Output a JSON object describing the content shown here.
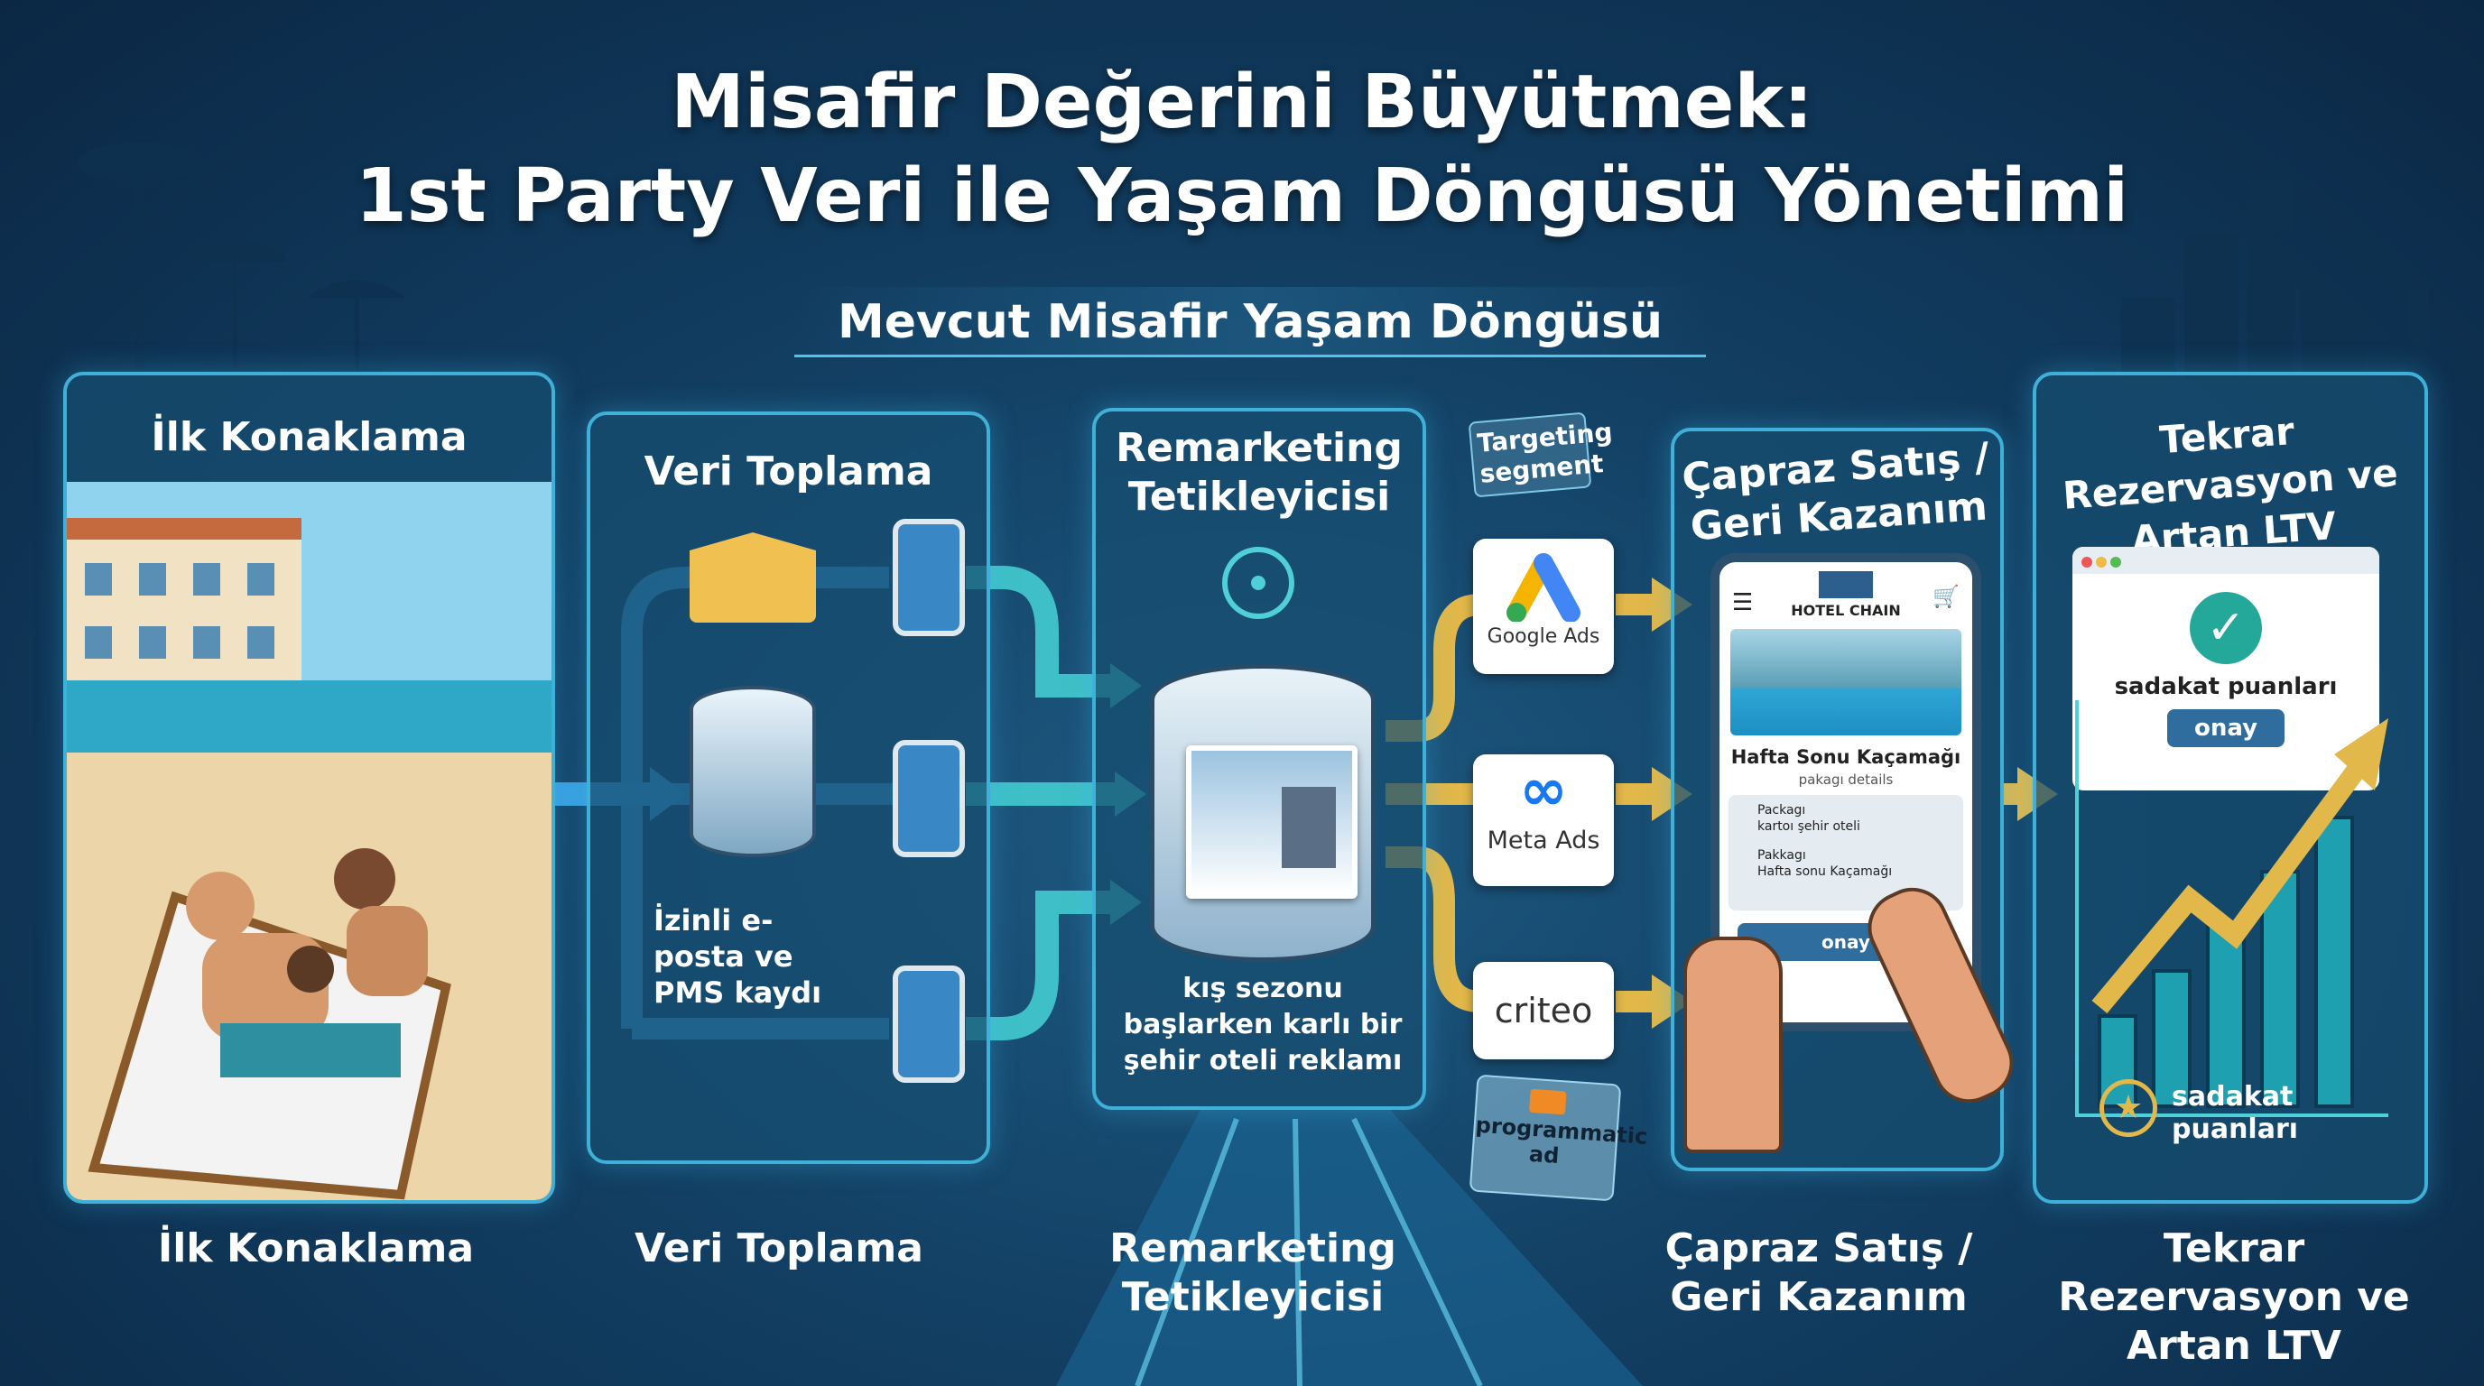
{
  "title": {
    "line1": "Misafir Değerini Büyütmek:",
    "line2": "1st Party Veri ile Yaşam Döngüsü Yönetimi"
  },
  "subtitle": "Mevcut Misafir Yaşam Döngüsü",
  "stages": [
    {
      "title": "İlk Konaklama",
      "label": "İlk Konaklama"
    },
    {
      "title": "Veri Toplama",
      "label": "Veri Toplama",
      "caption": "İzinli e-posta ve PMS kaydı"
    },
    {
      "title": "Remarketing Tetikleyicisi",
      "label": "Remarketing Tetikleyicisi",
      "caption": "kış sezonu başlarken karlı bir şehir oteli reklamı"
    },
    {
      "title": "Çapraz Satış / Geri Kazanım",
      "label": "Çapraz Satış / Geri Kazanım"
    },
    {
      "title": "Tekrar Rezervasyon ve Artan LTV",
      "label": "Tekrar Rezervasyon ve Artan LTV"
    }
  ],
  "targeting": {
    "label": "Targeting segment",
    "channels": [
      "Google Ads",
      "Meta Ads",
      "criteo",
      "programmatic ad"
    ]
  },
  "phone": {
    "brand": "HOTEL CHAIN",
    "headline": "Hafta Sonu Kaçamağı",
    "sub": "pakagı details",
    "items": [
      {
        "title": "Packagı",
        "text": "kartoı şehir oteli"
      },
      {
        "title": "Pakkagı",
        "text": "Hafta sonu Kaçamağı"
      }
    ],
    "button": "onay"
  },
  "loyalty": {
    "card_text": "sadakat puanları",
    "button": "onay",
    "badge": "sadakat puanları"
  },
  "colors": {
    "accent": "#3fb0d8",
    "arrow_gold": "#e2b84a",
    "arrow_blue": "#3aa0e0",
    "bg": "#123f63"
  }
}
